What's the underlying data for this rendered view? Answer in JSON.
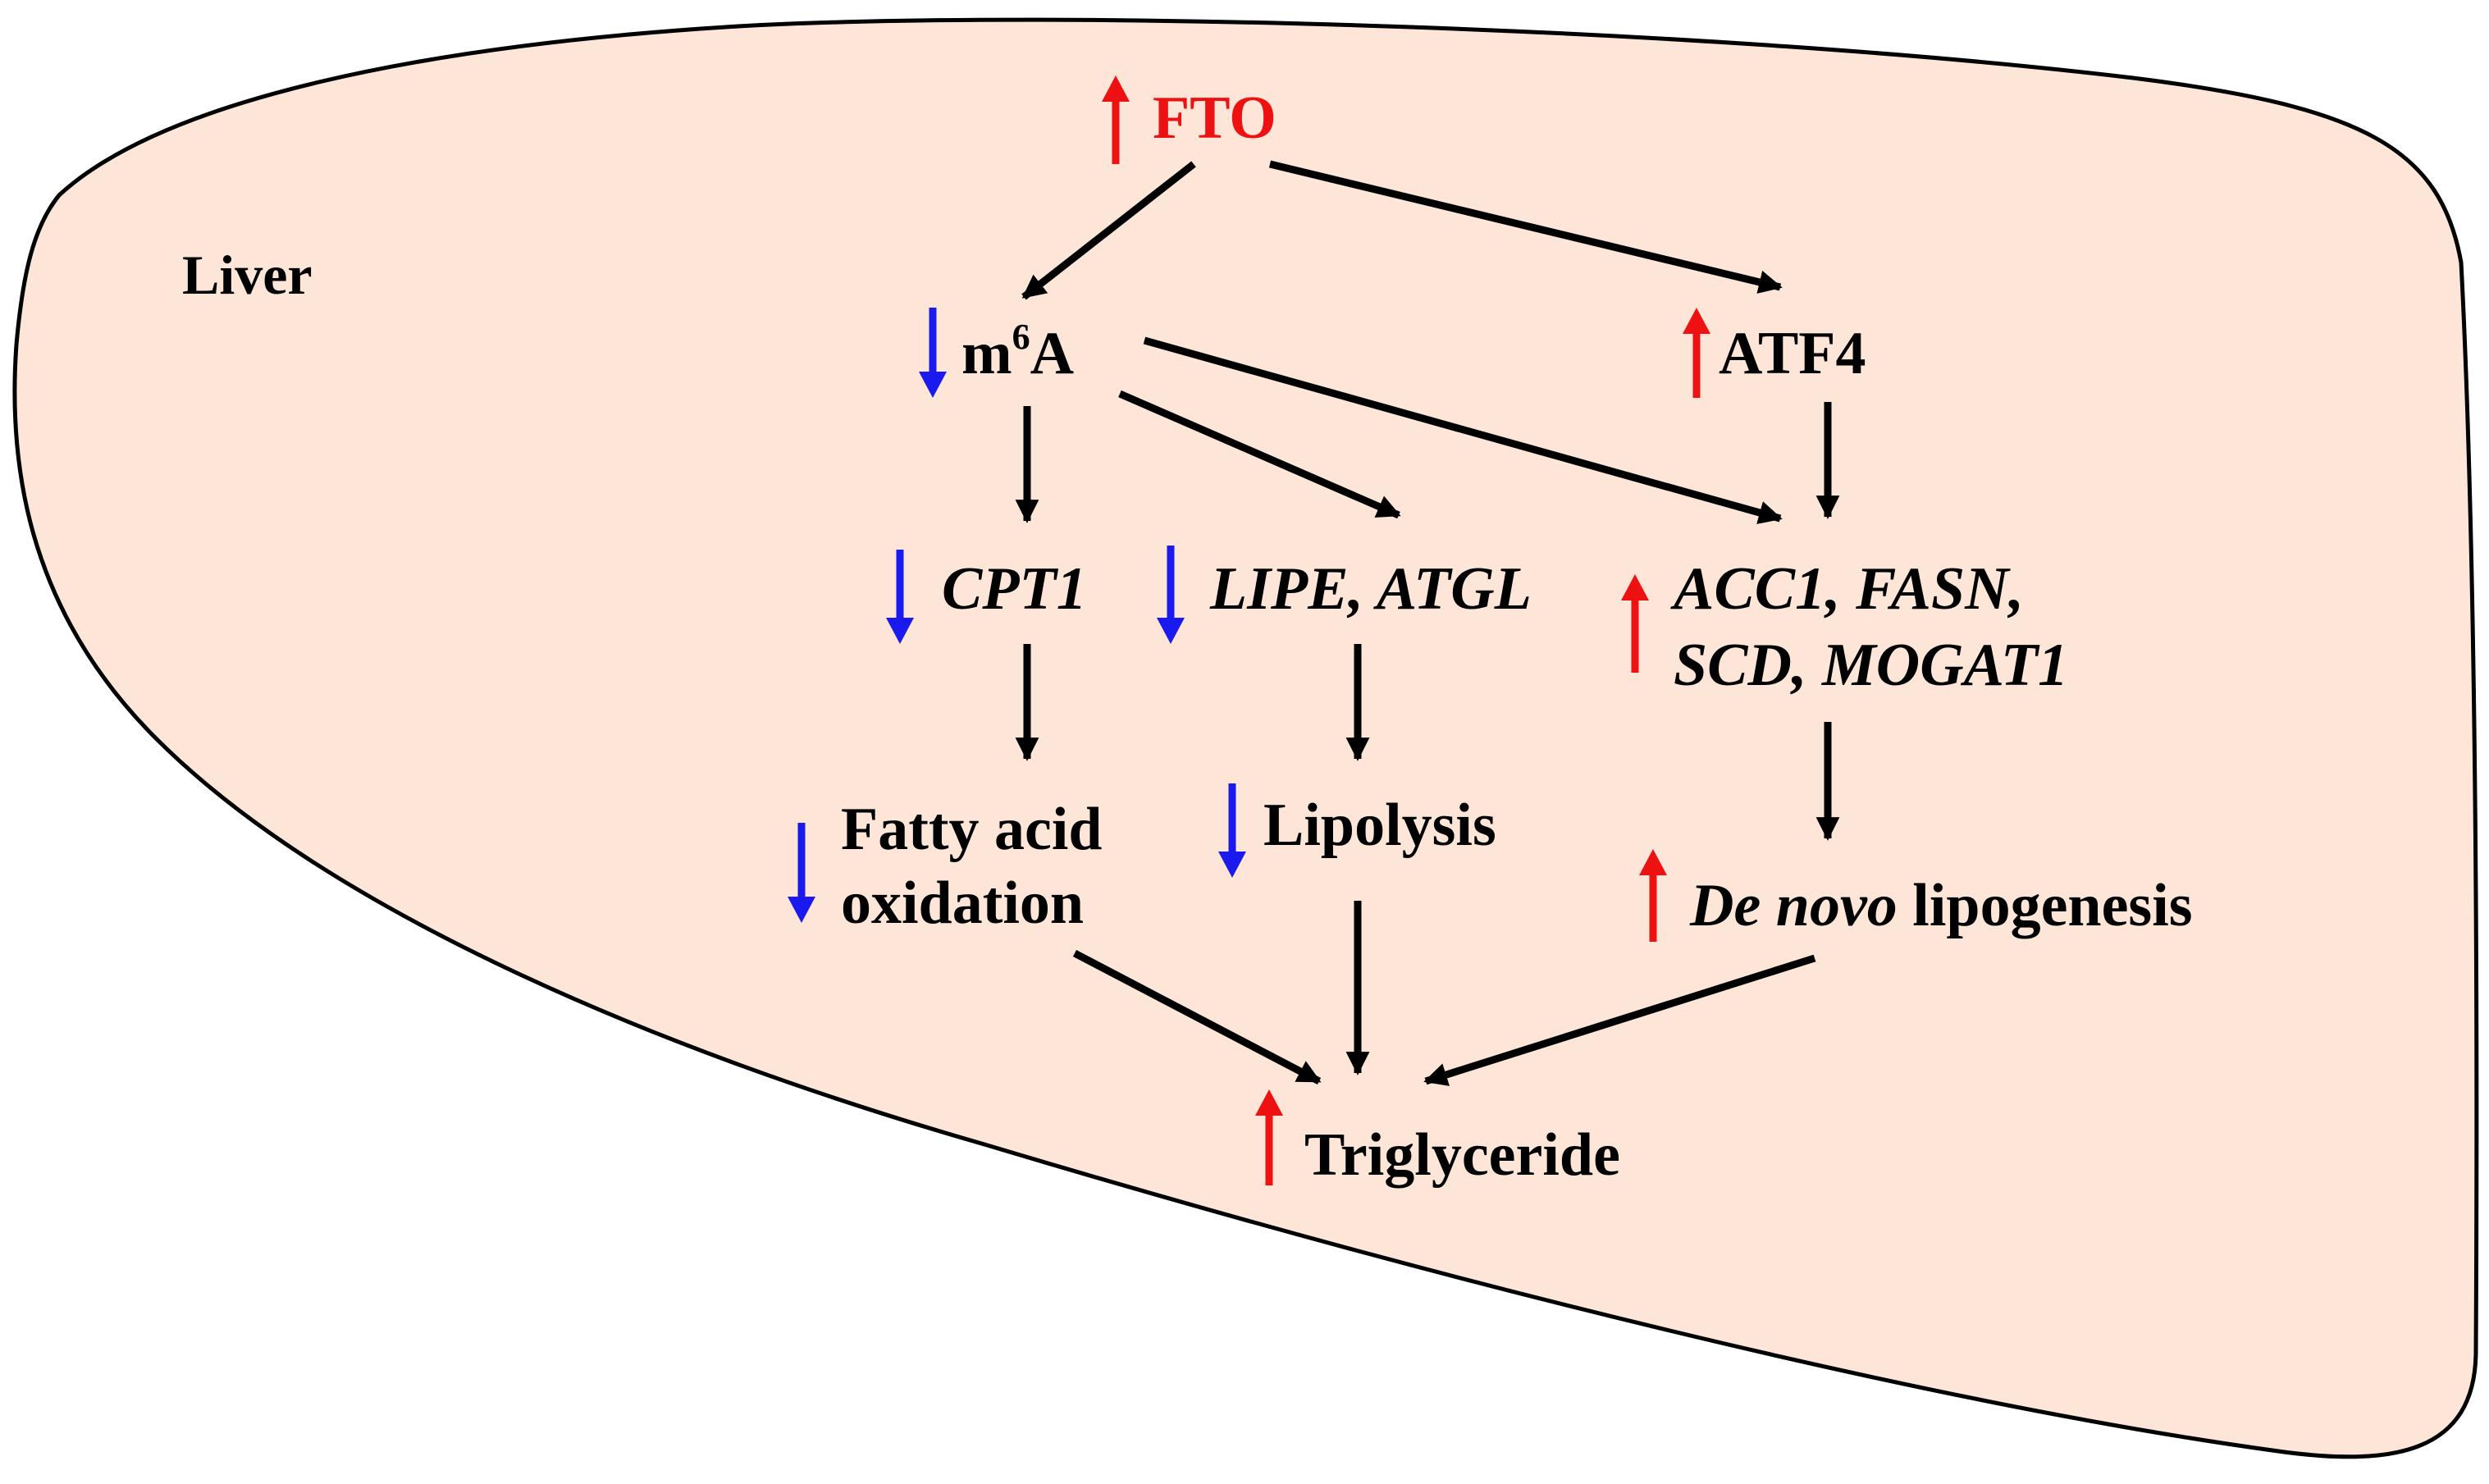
{
  "colors": {
    "liver_fill": "#fde6d8",
    "liver_outline": "#000000",
    "increase": "#ee1111",
    "decrease": "#1a1aee",
    "arrow": "#000000"
  },
  "region_label": "Liver",
  "nodes": {
    "fto": {
      "text": "FTO",
      "change": "up"
    },
    "m6a": {
      "base": "m",
      "sup": "6",
      "tail": "A",
      "change": "down"
    },
    "atf4": {
      "text": "ATF4",
      "change": "up"
    },
    "cpt1": {
      "text": "CPT1",
      "change": "down"
    },
    "lipe_atgl": {
      "text": "LIPE, ATGL",
      "change": "down"
    },
    "lipogenic_genes": {
      "line1": "ACC1, FASN,",
      "line2": "SCD, MOGAT1",
      "change": "up"
    },
    "fatty_acid_oxidation": {
      "line1": "Fatty acid",
      "line2": "oxidation",
      "change": "down"
    },
    "lipolysis": {
      "text": "Lipolysis",
      "change": "down"
    },
    "de_novo_lipogenesis": {
      "italic_part": "De novo",
      "rest": " lipogenesis",
      "change": "up"
    },
    "triglyceride": {
      "text": "Triglyceride",
      "change": "up"
    }
  },
  "edges": [
    {
      "from": "fto",
      "to": "m6a"
    },
    {
      "from": "fto",
      "to": "atf4"
    },
    {
      "from": "m6a",
      "to": "cpt1"
    },
    {
      "from": "m6a",
      "to": "lipe_atgl"
    },
    {
      "from": "m6a",
      "to": "lipogenic_genes"
    },
    {
      "from": "atf4",
      "to": "lipogenic_genes"
    },
    {
      "from": "cpt1",
      "to": "fatty_acid_oxidation"
    },
    {
      "from": "lipe_atgl",
      "to": "lipolysis"
    },
    {
      "from": "lipogenic_genes",
      "to": "de_novo_lipogenesis"
    },
    {
      "from": "fatty_acid_oxidation",
      "to": "triglyceride"
    },
    {
      "from": "lipolysis",
      "to": "triglyceride"
    },
    {
      "from": "de_novo_lipogenesis",
      "to": "triglyceride"
    }
  ]
}
